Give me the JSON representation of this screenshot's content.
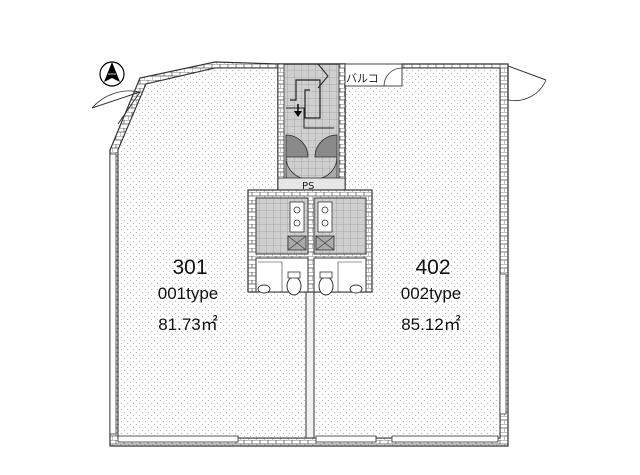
{
  "units": [
    {
      "number": "301",
      "type": "001type",
      "area": "81.73㎡"
    },
    {
      "number": "402",
      "type": "002type",
      "area": "85.12㎡"
    }
  ],
  "labels": {
    "balcony": "バルコ",
    "pipe_space": "PS"
  },
  "icons": {
    "north": "north-arrow-icon",
    "stairs_direction": "stair-arrow-icon"
  },
  "colors": {
    "wall": "#8a8a8a",
    "brick": "#ffffff",
    "core_fill": "#c8c8c8",
    "floor_dot": "#cfcfcf"
  }
}
